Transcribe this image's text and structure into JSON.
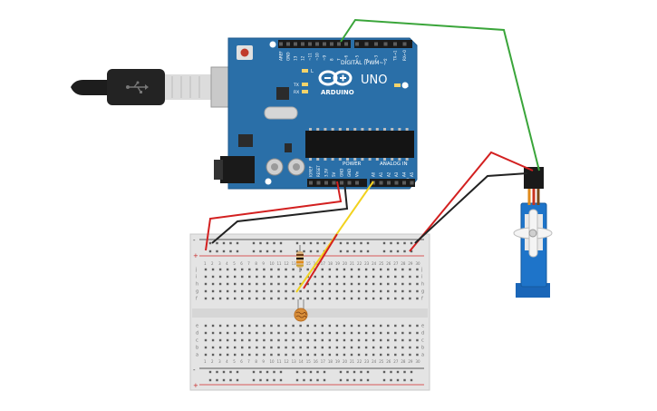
{
  "arduino": {
    "brand": "ARDUINO",
    "model": "UNO",
    "digital_label": "DIGITAL (PWM~)",
    "power_label": "POWER",
    "analog_label": "ANALOG IN",
    "on_label": "ON",
    "l_label": "L",
    "tx_label": "TX",
    "rx_label": "RX",
    "digital_pins": [
      "AREF",
      "GND",
      "13",
      "12",
      "~11",
      "~10",
      "~9",
      "8",
      "7",
      "~6",
      "~5",
      "4",
      "~3",
      "2",
      "TX→1",
      "RX←0"
    ],
    "power_pins": [
      "IOREF",
      "RESET",
      "3.3V",
      "5V",
      "GND",
      "GND",
      "Vin"
    ],
    "analog_pins": [
      "A0",
      "A1",
      "A2",
      "A3",
      "A4",
      "A5"
    ]
  },
  "breadboard": {
    "row_letters_top": [
      "j",
      "i",
      "h",
      "g",
      "f"
    ],
    "row_letters_bottom": [
      "e",
      "d",
      "c",
      "b",
      "a"
    ],
    "column_numbers": [
      "1",
      "2",
      "3",
      "4",
      "5",
      "6",
      "7",
      "8",
      "9",
      "10",
      "11",
      "12",
      "13",
      "14",
      "15",
      "16",
      "17",
      "18",
      "19",
      "20",
      "21",
      "22",
      "23",
      "24",
      "25",
      "26",
      "27",
      "28",
      "29",
      "30"
    ],
    "rail_plus": "+",
    "rail_minus": "-"
  },
  "colors": {
    "board": "#2a6fa8",
    "servo": "#1e74c9",
    "wire_green": "#3aa53a",
    "wire_red": "#d32020",
    "wire_black": "#222222",
    "wire_yellow": "#f2d21e"
  },
  "icons": {
    "usb": "usb-plug-icon",
    "logo": "arduino-infinity-logo-icon"
  }
}
